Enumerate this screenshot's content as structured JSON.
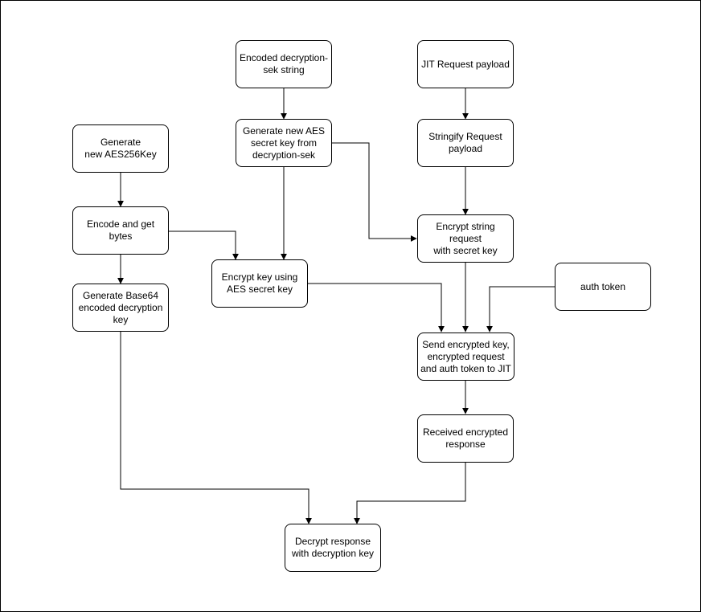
{
  "diagram": {
    "nodes": {
      "encoded_sek": "Encoded decryption-\nsek string",
      "jit_payload": "JIT Request payload",
      "generate_aes256": "Generate\nnew AES256Key",
      "generate_aes_from_sek": "Generate new AES\nsecret key from\ndecryption-sek",
      "stringify_payload": "Stringify Request\npayload",
      "encode_bytes": "Encode and get\nbytes",
      "encrypt_string": "Encrypt string request\nwith secret key",
      "encrypt_key": "Encrypt key using\nAES secret key",
      "generate_base64": "Generate Base64\nencoded decryption\nkey",
      "auth_token": "auth token",
      "send_to_jit": "Send encrypted key,\nencrypted request\nand auth token to JIT",
      "received_response": "Received encrypted\nresponse",
      "decrypt_response": "Decrypt response\nwith decryption key"
    }
  }
}
